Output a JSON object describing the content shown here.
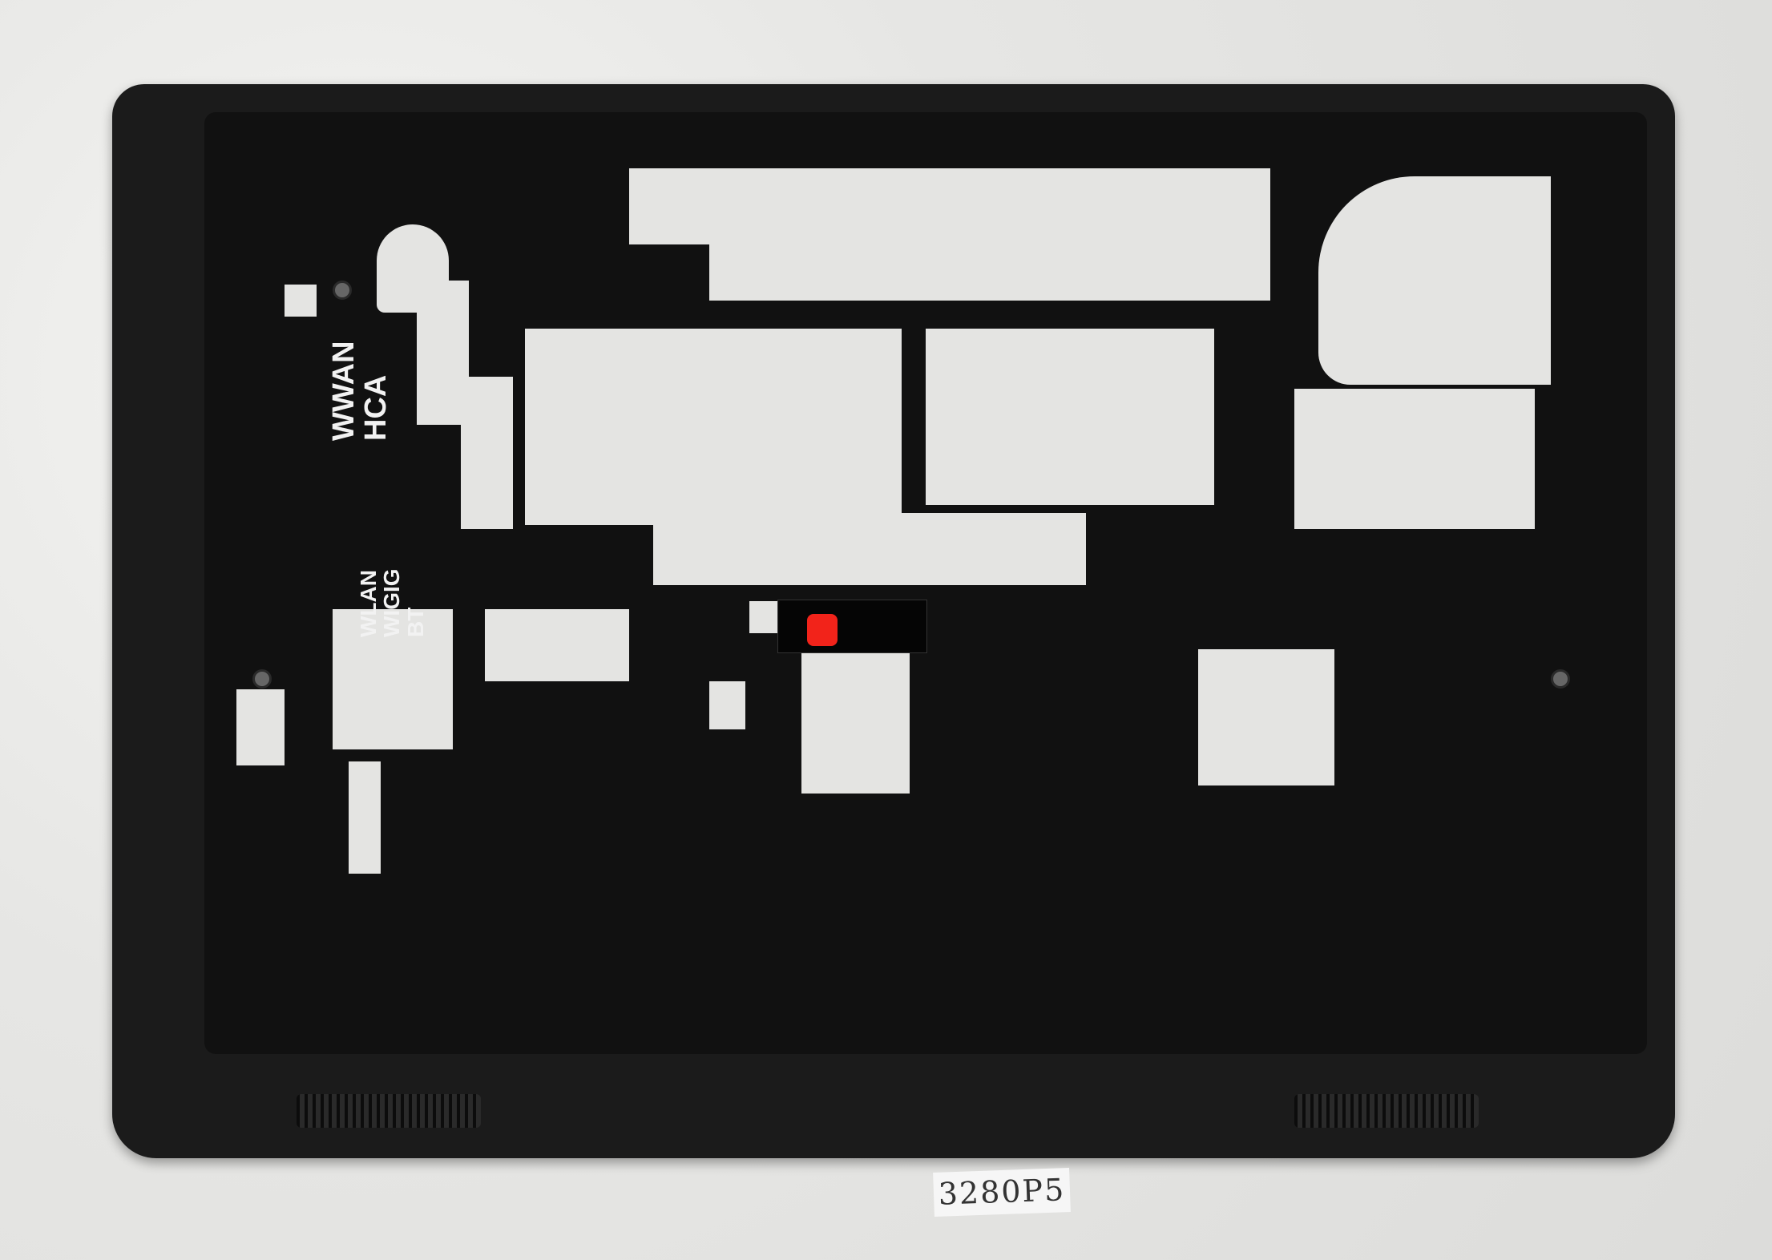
{
  "photo": {
    "subject": "laptop bottom case frame",
    "labels": {
      "wwan": "WWAN\nHCA",
      "wlan": "WLAN\nWIGIG\nBT"
    },
    "tag_text": "3280P5",
    "colors": {
      "case": "#1b1b1b",
      "background": "#e9e9e7",
      "latch": "#f2231a"
    }
  }
}
